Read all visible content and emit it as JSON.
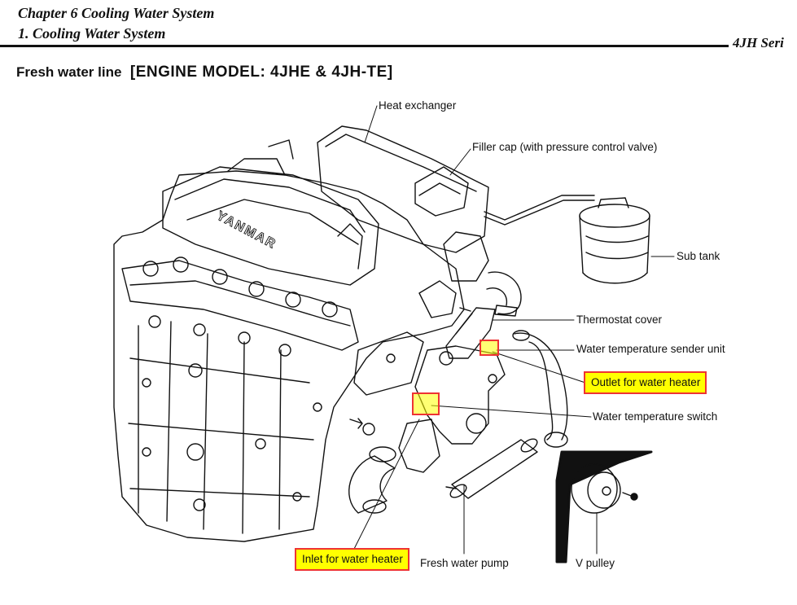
{
  "header": {
    "chapter": "Chapter 6 Cooling Water System",
    "section": "1. Cooling Water System",
    "series": "4JH Seri"
  },
  "title": {
    "prefix": "Fresh water line",
    "model": "[ENGINE MODEL:  4JHE & 4JH-TE]"
  },
  "labels": {
    "heat_exchanger": "Heat exchanger",
    "filler_cap": "Filler cap (with pressure control valve)",
    "sub_tank": "Sub tank",
    "thermostat_cover": "Thermostat cover",
    "water_temp_sender": "Water temperature sender unit",
    "outlet_water_heater": "Outlet for water heater",
    "water_temp_switch": "Water temperature switch",
    "inlet_water_heater": "Inlet for water heater",
    "fresh_water_pump": "Fresh water pump",
    "v_pulley": "V pulley"
  },
  "engine_brand": "YANMAR",
  "colors": {
    "highlight_fill": "#ffff00",
    "highlight_border": "#e33333",
    "line": "#111111"
  }
}
